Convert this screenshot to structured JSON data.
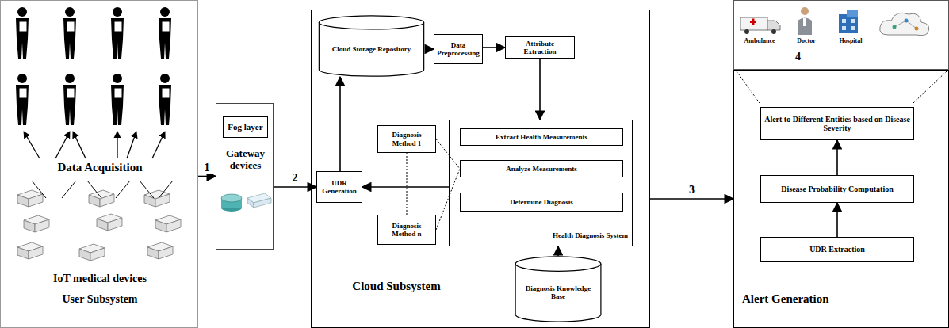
{
  "diagram": {
    "nodes": [
      {
        "text": [
          "Data Acquisition",
          "IoT medical devices",
          "User Subsystem"
        ]
      },
      {
        "text": [
          "Gateway devices"
        ]
      },
      {
        "text": [
          "Fog layer"
        ],
        "in": 1
      },
      {
        "text": [
          "Cloud Subsystem"
        ]
      },
      {
        "text": [
          "Cloud Storage Repository"
        ],
        "in": 3
      },
      {
        "text": [
          "Data Preprocessing"
        ],
        "in": 3
      },
      {
        "text": [
          "Attribute Extraction"
        ],
        "in": 3
      },
      {
        "text": [
          "Diagnosis Method 1"
        ],
        "in": 3
      },
      {
        "text": [
          "UDR Generation"
        ],
        "in": 3
      },
      {
        "text": [
          "Diagnosis Method n"
        ],
        "in": 3
      },
      {
        "text": [
          "Health Diagnosis System"
        ],
        "in": 3
      },
      {
        "text": [
          "Extract Health Measurements"
        ],
        "in": 10
      },
      {
        "text": [
          "Analyze Measurements"
        ],
        "in": 10
      },
      {
        "text": [
          "Determine Diagnosis"
        ],
        "in": 10
      },
      {
        "text": [
          "Diagnosis Knowledge Base"
        ],
        "in": 3
      },
      {
        "text": [
          "Ambulance",
          "Doctor",
          "Hospital"
        ]
      },
      {
        "text": [
          "Alert Generation"
        ]
      },
      {
        "text": [
          "Alert to Different Entities based on Disease Severity"
        ],
        "in": 16
      },
      {
        "text": [
          "Disease Probability Computation"
        ],
        "in": 16
      },
      {
        "text": [
          "UDR Extraction"
        ],
        "in": 16
      }
    ],
    "edges": [
      {
        "from": 0,
        "to": 1,
        "label": "1",
        "arrow": "to"
      },
      {
        "from": 1,
        "to": 8,
        "label": "2",
        "arrow": "to"
      },
      {
        "from": 8,
        "to": 4,
        "arrow": "to"
      },
      {
        "from": 4,
        "to": 5,
        "arrow": "to"
      },
      {
        "from": 5,
        "to": 6,
        "arrow": "to"
      },
      {
        "from": 6,
        "to": 10,
        "arrow": "to"
      },
      {
        "from": 10,
        "to": 8,
        "arrow": "to"
      },
      {
        "from": 14,
        "to": 10,
        "arrow": "to"
      },
      {
        "from": 7,
        "to": 9,
        "arrow": "none"
      },
      {
        "from": 7,
        "to": 12,
        "arrow": "none"
      },
      {
        "from": 9,
        "to": 12,
        "arrow": "none"
      },
      {
        "from": 3,
        "to": 16,
        "label": "3",
        "arrow": "to"
      },
      {
        "from": 19,
        "to": 18,
        "arrow": "to"
      },
      {
        "from": 18,
        "to": 17,
        "arrow": "to"
      }
    ],
    "labels": [
      "4"
    ]
  }
}
